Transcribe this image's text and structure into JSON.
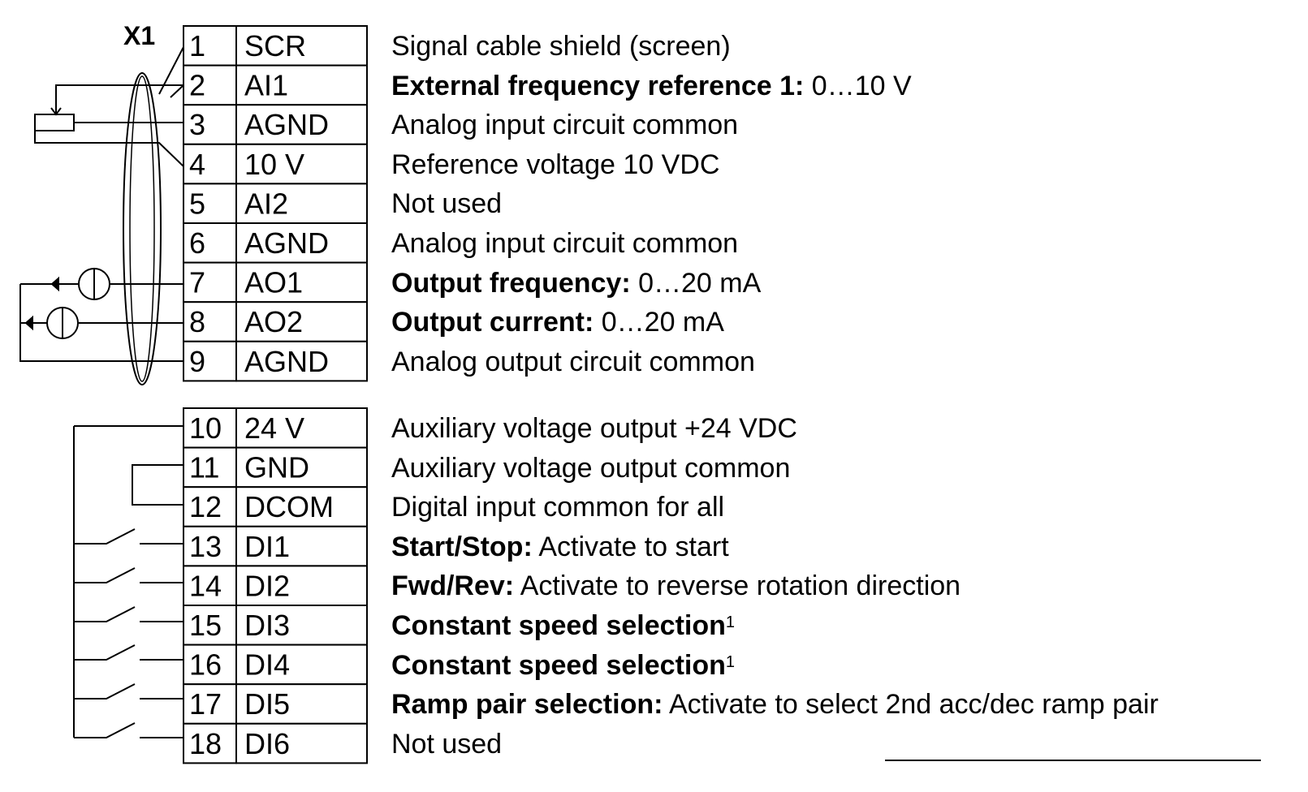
{
  "connector_label": "X1",
  "terminals": [
    {
      "num": "1",
      "name": "SCR",
      "bold": "",
      "text": "Signal cable shield (screen)",
      "sup": ""
    },
    {
      "num": "2",
      "name": "AI1",
      "bold": "External frequency reference 1:",
      "text": " 0…10 V",
      "sup": ""
    },
    {
      "num": "3",
      "name": "AGND",
      "bold": "",
      "text": "Analog input circuit common",
      "sup": ""
    },
    {
      "num": "4",
      "name": "10 V",
      "bold": "",
      "text": "Reference voltage 10 VDC",
      "sup": ""
    },
    {
      "num": "5",
      "name": "AI2",
      "bold": "",
      "text": "Not used",
      "sup": ""
    },
    {
      "num": "6",
      "name": "AGND",
      "bold": "",
      "text": "Analog input circuit common",
      "sup": ""
    },
    {
      "num": "7",
      "name": "AO1",
      "bold": "Output frequency:",
      "text": " 0…20 mA",
      "sup": ""
    },
    {
      "num": "8",
      "name": "AO2",
      "bold": "Output current:",
      "text": " 0…20 mA",
      "sup": ""
    },
    {
      "num": "9",
      "name": "AGND",
      "bold": "",
      "text": "Analog output circuit common",
      "sup": ""
    },
    {
      "num": "10",
      "name": "24 V",
      "bold": "",
      "text": "Auxiliary voltage output +24 VDC",
      "sup": ""
    },
    {
      "num": "11",
      "name": "GND",
      "bold": "",
      "text": "Auxiliary voltage output common",
      "sup": ""
    },
    {
      "num": "12",
      "name": "DCOM",
      "bold": "",
      "text": "Digital input common for all",
      "sup": ""
    },
    {
      "num": "13",
      "name": "DI1",
      "bold": "Start/Stop:",
      "text": " Activate to start",
      "sup": ""
    },
    {
      "num": "14",
      "name": "DI2",
      "bold": "Fwd/Rev:",
      "text": " Activate to reverse rotation direction",
      "sup": ""
    },
    {
      "num": "15",
      "name": "DI3",
      "bold": "Constant speed selection",
      "text": "",
      "sup": "1"
    },
    {
      "num": "16",
      "name": "DI4",
      "bold": "Constant speed selection",
      "text": "",
      "sup": "1"
    },
    {
      "num": "17",
      "name": "DI5",
      "bold": "Ramp pair selection:",
      "text": " Activate to select 2nd acc/dec ramp pair",
      "sup": ""
    },
    {
      "num": "18",
      "name": "DI6",
      "bold": "",
      "text": "Not used",
      "sup": ""
    }
  ]
}
